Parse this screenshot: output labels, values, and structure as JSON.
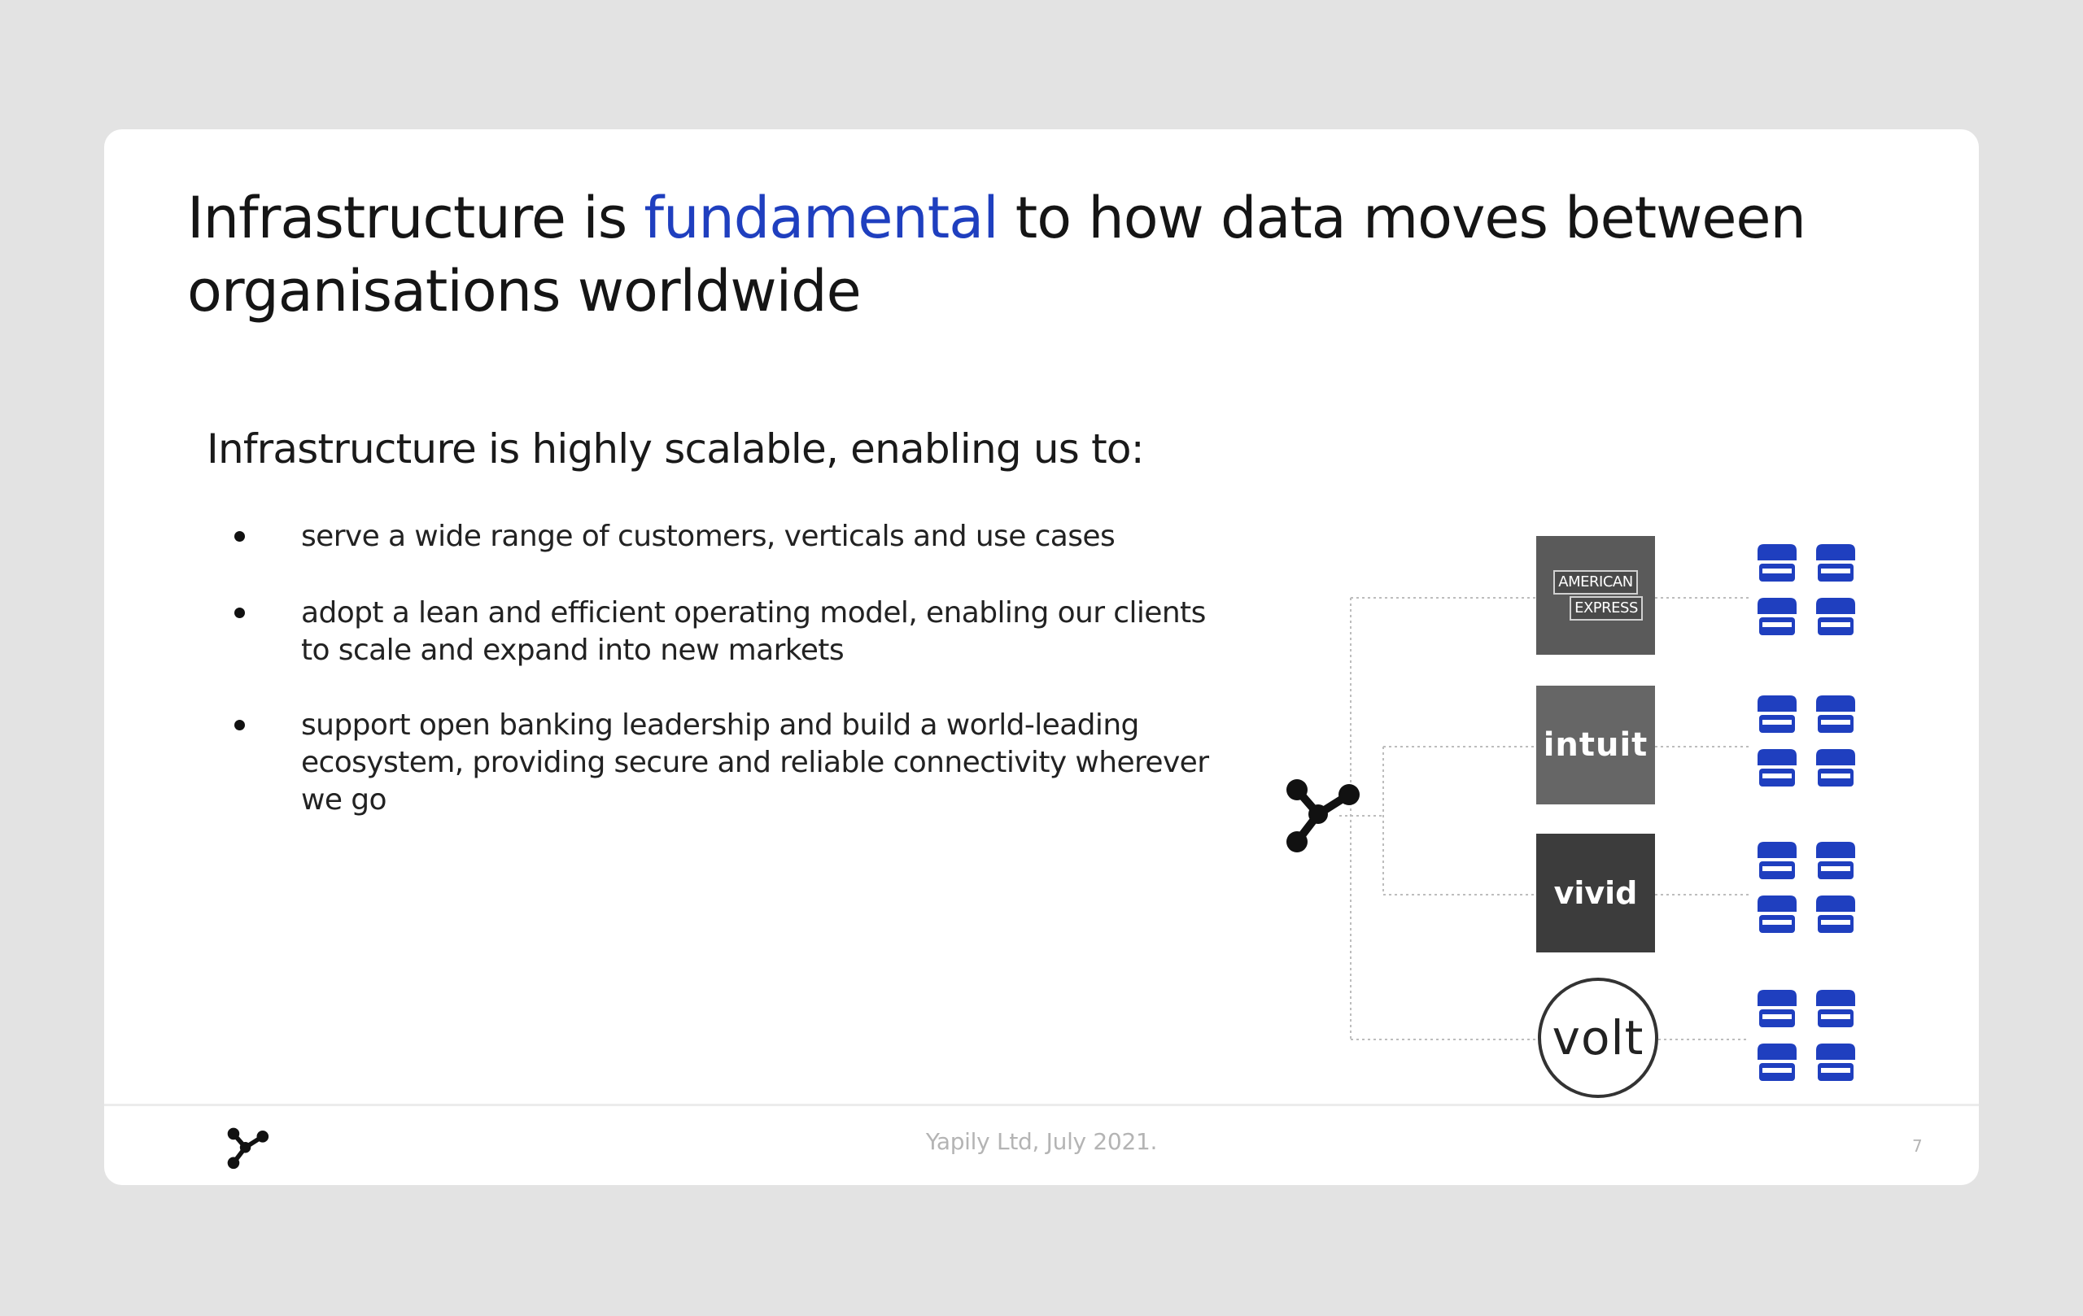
{
  "slide": {
    "title_part1": "Infrastructure is ",
    "title_accent": "fundamental",
    "title_part2": " to how data moves between organisations worldwide",
    "subheading": "Infrastructure is highly scalable, enabling us to:",
    "bullets": [
      "serve a wide range of customers, verticals and use cases",
      "adopt a lean and efficient operating model, enabling our clients to scale and expand into new markets",
      "support open banking leadership and build a world-leading ecosystem, providing secure and reliable connectivity wherever we go"
    ]
  },
  "diagram": {
    "hub_icon": "yapily-logo-icon",
    "clients": [
      {
        "name": "AMERICAN EXPRESS",
        "line1": "AMERICAN",
        "line2": "EXPRESS",
        "logo": "american-express-logo"
      },
      {
        "name": "intuit",
        "logo": "intuit-logo"
      },
      {
        "name": "vivid",
        "logo": "vivid-logo"
      },
      {
        "name": "volt",
        "logo": "volt-logo"
      }
    ],
    "bank_icon": "bank-building-icon",
    "colors": {
      "accent": "#1f3fbf",
      "bank_icon": "#1f3fbf",
      "connector": "#bdbdbd"
    }
  },
  "footer": {
    "text": "Yapily Ltd, July 2021.",
    "page_number": "7",
    "logo_icon": "yapily-logo-icon"
  }
}
